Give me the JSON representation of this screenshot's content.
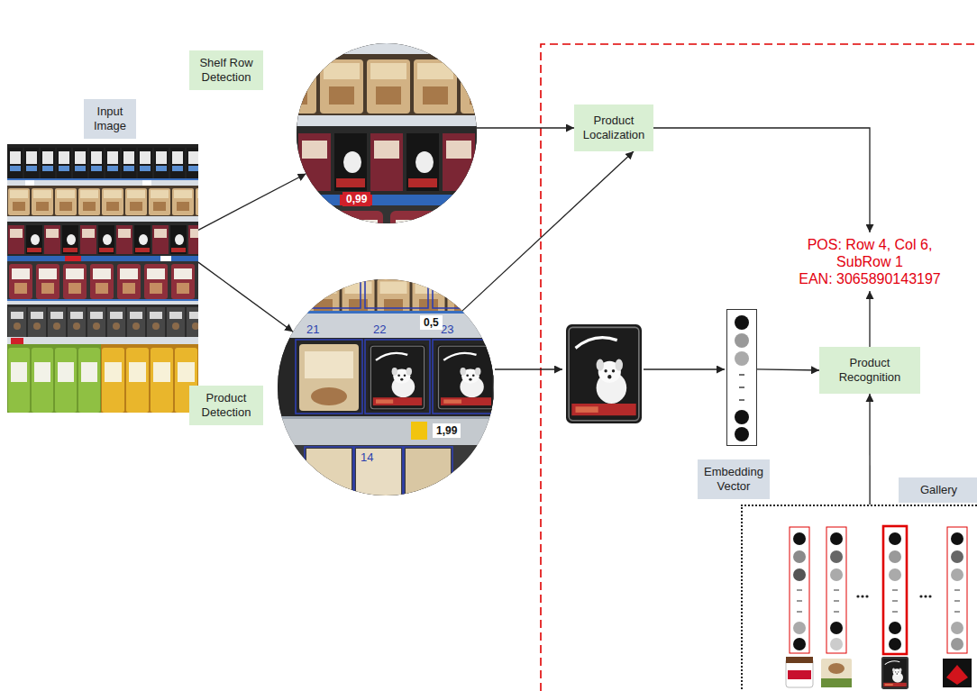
{
  "diagram": {
    "nodes": [
      {
        "text": [
          "Input Image"
        ]
      },
      {
        "text": [
          "Shelf Row Detection"
        ]
      },
      {
        "text": [
          "Product Detection"
        ]
      },
      {
        "text": [
          "Product Localization"
        ]
      },
      {
        "text": [
          "POS: Row 4, Col 6, SubRow 1",
          "EAN: 3065890143197"
        ]
      },
      {
        "text": [
          "Embedding Vector"
        ]
      },
      {
        "text": [
          "Product Recognition"
        ]
      },
      {
        "text": [
          "Gallery"
        ]
      }
    ],
    "edges": [
      {
        "from": 0,
        "to": 1,
        "arrow": "to"
      },
      {
        "from": 0,
        "to": 2,
        "arrow": "to"
      },
      {
        "from": 1,
        "to": 3,
        "arrow": "to"
      },
      {
        "from": 2,
        "to": 3,
        "arrow": "to"
      },
      {
        "from": 3,
        "to": 4,
        "arrow": "to"
      },
      {
        "from": 5,
        "to": 6,
        "arrow": "to"
      },
      {
        "from": 7,
        "to": 6,
        "arrow": "to"
      },
      {
        "from": 6,
        "to": 4,
        "arrow": "to"
      }
    ],
    "labels": [
      "0,99",
      "21",
      "22",
      "23",
      "0,5",
      "1,99",
      "14"
    ]
  }
}
